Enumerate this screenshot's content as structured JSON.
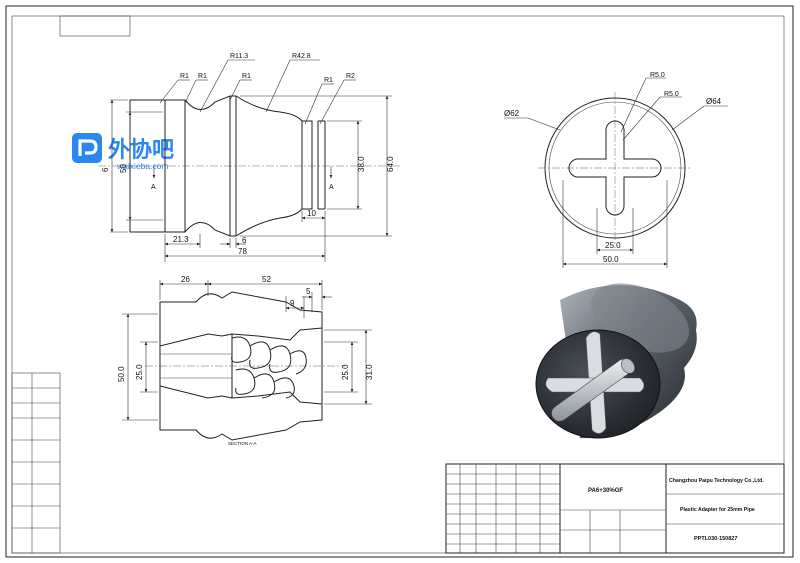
{
  "logo": {
    "brand_text": "外协吧",
    "brand_url": "waixieba.com"
  },
  "front_view": {
    "radii": [
      "R1",
      "R1",
      "R11.3",
      "R1",
      "R42.8",
      "R1",
      "R2"
    ],
    "diameters": [
      "6",
      "50",
      "38.0",
      "64.0"
    ],
    "lengths": [
      "21.3",
      "6",
      "10",
      "78"
    ],
    "section_marks": [
      "A",
      "A"
    ]
  },
  "end_view": {
    "radii": [
      "R5.0",
      "R5.0"
    ],
    "diameters": [
      "Ø62",
      "Ø64"
    ],
    "widths": [
      "25.0",
      "50.0"
    ]
  },
  "section_view": {
    "top_dims": [
      "26",
      "52",
      "9",
      "5"
    ],
    "left_dims": [
      "50.0",
      "25.0"
    ],
    "right_dims": [
      "25.0",
      "31.0"
    ],
    "caption": "SECTION A-A"
  },
  "title_block": {
    "material": "PA6+30%GF",
    "company": "Changzhou Paipu Technology Co.,Ltd.",
    "part_name": "Plastic Adapter for 25mm Pipe",
    "drawing_no": "PPTL030-150827"
  },
  "colors": {
    "line": "#222222",
    "logo_blue": "#2a86f0",
    "hatch": "#555555",
    "shade_dark": "#2b2f35",
    "shade_mid": "#6d737b",
    "shade_light": "#c9ced4"
  }
}
